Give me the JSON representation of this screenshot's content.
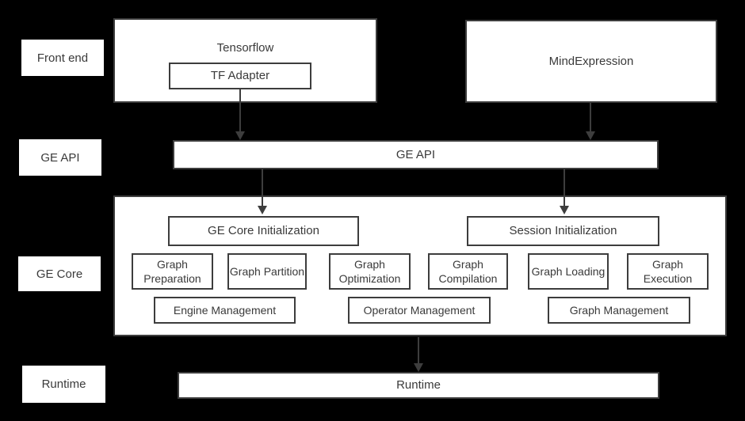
{
  "colors": {
    "background": "#000000",
    "box_fill": "#ffffff",
    "border": "#3d3d3d",
    "text": "#3a3a3a"
  },
  "row_labels": [
    {
      "label": "Front end"
    },
    {
      "label": "GE API"
    },
    {
      "label": "GE Core"
    },
    {
      "label": "Runtime"
    }
  ],
  "front_end": {
    "tensorflow_label": "Tensorflow",
    "tf_adapter_label": "TF Adapter",
    "mindexpression_label": "MindExpression"
  },
  "ge_api": {
    "label": "GE API"
  },
  "ge_core": {
    "initialization_boxes": [
      {
        "label": "GE Core Initialization"
      },
      {
        "label": "Session Initialization"
      }
    ],
    "pipeline_boxes": [
      {
        "label": "Graph Preparation"
      },
      {
        "label": "Graph Partition"
      },
      {
        "label": "Graph Optimization"
      },
      {
        "label": "Graph Compilation"
      },
      {
        "label": "Graph Loading"
      },
      {
        "label": "Graph Execution"
      }
    ],
    "management_boxes": [
      {
        "label": "Engine Management"
      },
      {
        "label": "Operator Management"
      },
      {
        "label": "Graph Management"
      }
    ]
  },
  "runtime": {
    "label": "Runtime"
  }
}
